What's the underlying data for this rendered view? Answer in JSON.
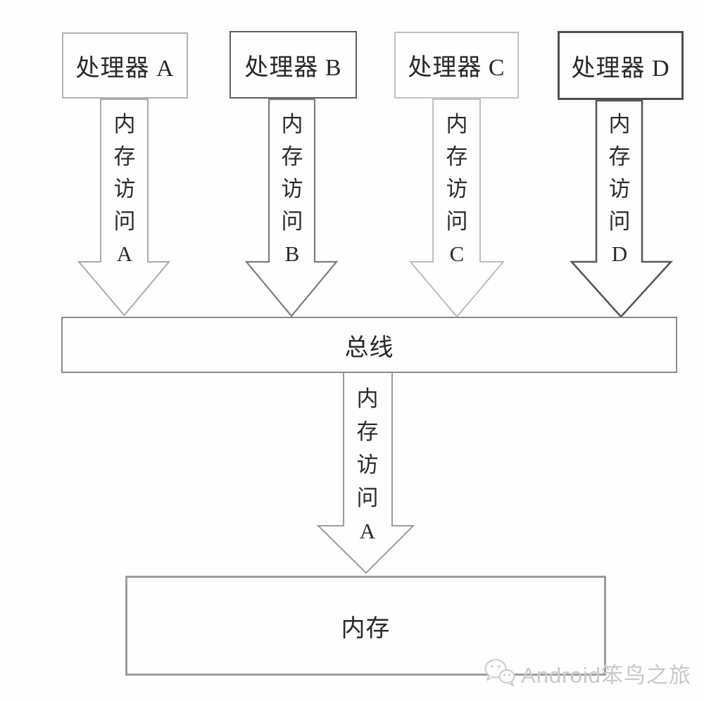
{
  "diagram": {
    "processors": [
      {
        "label": "处理器 A"
      },
      {
        "label": "处理器 B"
      },
      {
        "label": "处理器 C"
      },
      {
        "label": "处理器 D"
      }
    ],
    "memory_access_arrows": [
      {
        "label": "内存访问 A"
      },
      {
        "label": "内存访问 B"
      },
      {
        "label": "内存访问 C"
      },
      {
        "label": "内存访问 D"
      }
    ],
    "bus": {
      "label": "总线"
    },
    "bus_to_memory_arrow": {
      "label": "内存访问 A"
    },
    "memory": {
      "label": "内存"
    },
    "colors": {
      "arrow_a": "#aaaaaa",
      "arrow_b": "#7e7e7e",
      "arrow_c": "#b7b7b7",
      "arrow_d": "#585858",
      "arrow_bus_to_memory": "#9c9c9c",
      "watermark": "#c9c9c9"
    }
  },
  "watermark": {
    "logo": "wechat-logo-icon",
    "text": "Android笨鸟之旅"
  }
}
